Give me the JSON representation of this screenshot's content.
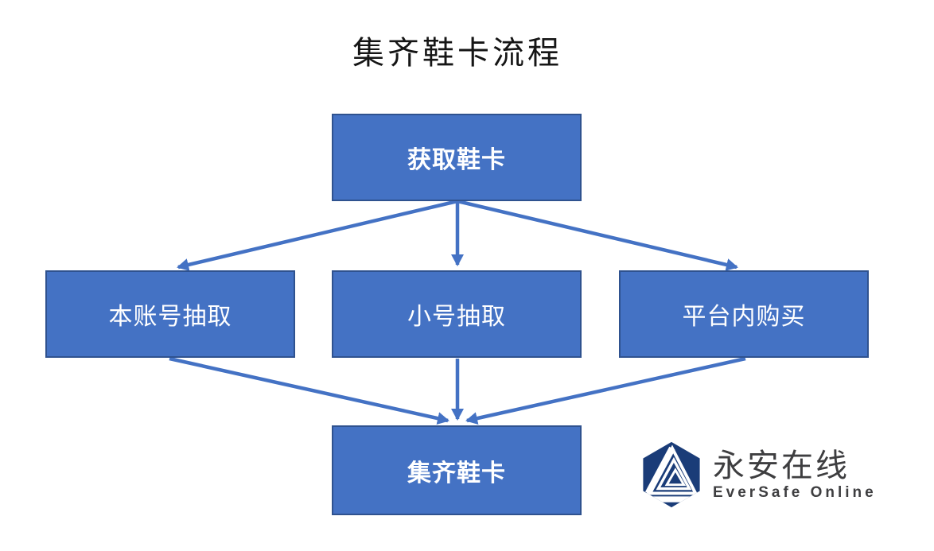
{
  "title": "集齐鞋卡流程",
  "flowchart": {
    "nodes": [
      {
        "id": "get-card",
        "label": "获取鞋卡",
        "emphasis": "bold",
        "row": "top"
      },
      {
        "id": "own-account-draw",
        "label": "本账号抽取",
        "emphasis": "regular",
        "row": "middle"
      },
      {
        "id": "alt-account-draw",
        "label": "小号抽取",
        "emphasis": "regular",
        "row": "middle"
      },
      {
        "id": "in-platform-purchase",
        "label": "平台内购买",
        "emphasis": "regular",
        "row": "middle"
      },
      {
        "id": "collect-all-cards",
        "label": "集齐鞋卡",
        "emphasis": "bold",
        "row": "bottom"
      }
    ],
    "edges": [
      {
        "from": "get-card",
        "to": "own-account-draw"
      },
      {
        "from": "get-card",
        "to": "alt-account-draw"
      },
      {
        "from": "get-card",
        "to": "in-platform-purchase"
      },
      {
        "from": "own-account-draw",
        "to": "collect-all-cards"
      },
      {
        "from": "alt-account-draw",
        "to": "collect-all-cards"
      },
      {
        "from": "in-platform-purchase",
        "to": "collect-all-cards"
      }
    ]
  },
  "logo": {
    "brand_cn": "永安在线",
    "brand_en": "EverSafe Online",
    "icon": "eversafe-hexagon-icon"
  },
  "colors": {
    "node_fill": "#4472C4",
    "node_border": "#2F528F",
    "node_text": "#FFFFFF",
    "arrow": "#4472C4",
    "logo_hexagon": "#1A3C78",
    "logo_text": "#3E3E40",
    "title_text": "#151515",
    "background": "#FFFFFF"
  }
}
